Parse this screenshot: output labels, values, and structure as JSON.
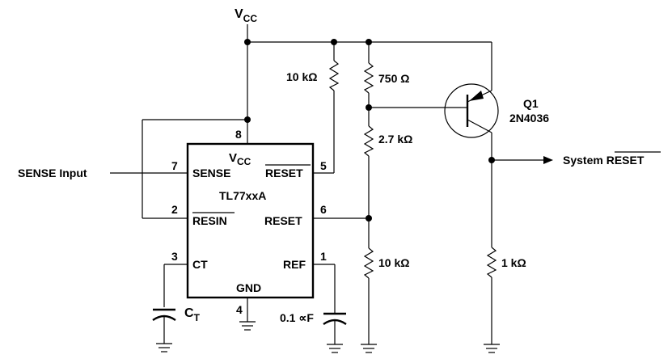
{
  "vcc": {
    "main": "V",
    "sub": "CC"
  },
  "ic": {
    "part": "TL77xxA",
    "vcc_main": "V",
    "vcc_sub": "CC",
    "gnd": "GND",
    "pins": {
      "sense": {
        "num": "7",
        "name": "SENSE"
      },
      "resin": {
        "num": "2",
        "name": "RESIN"
      },
      "ct": {
        "num": "3",
        "name": "CT"
      },
      "reset_bar": {
        "num": "5",
        "name": "RESET"
      },
      "reset": {
        "num": "6",
        "name": "RESET"
      },
      "ref": {
        "num": "1",
        "name": "REF"
      },
      "vcc": {
        "num": "8"
      },
      "gnd": {
        "num": "4"
      }
    }
  },
  "sense_input_label": "SENSE Input",
  "resistors": {
    "r_pullup": "10 kΩ",
    "r_750": "750 Ω",
    "r_2k7": "2.7 kΩ",
    "r_10k_bottom": "10 kΩ",
    "r_1k": "1 kΩ"
  },
  "capacitors": {
    "ct_main": "C",
    "ct_sub": "T",
    "ref_cap": "0.1 ∝F"
  },
  "transistor": {
    "ref": "Q1",
    "part": "2N4036"
  },
  "output": {
    "prefix": "System ",
    "signal": "RESET"
  }
}
